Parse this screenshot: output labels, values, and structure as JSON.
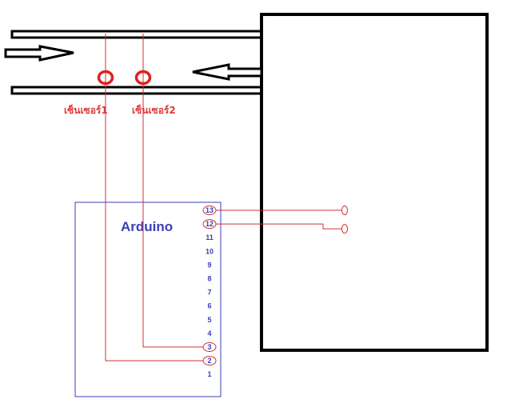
{
  "diagram": {
    "board": {
      "title": "Arduino",
      "pins": [
        "13",
        "12",
        "11",
        "10",
        "9",
        "8",
        "7",
        "6",
        "5",
        "4",
        "3",
        "2",
        "1"
      ]
    },
    "sensors": [
      {
        "label": "เซ็นเซอร์1",
        "pin": "2"
      },
      {
        "label": "เซ็นเซอร์2",
        "pin": "3"
      }
    ],
    "outputs": [
      {
        "pin": "13"
      },
      {
        "pin": "12"
      }
    ],
    "colors": {
      "outline": "#000000",
      "wire": "#d03030",
      "sensor": "#e02020",
      "board": "#3b3fb5"
    },
    "icons": {
      "arrow_in": "hollow-right-arrow",
      "arrow_out": "hollow-left-arrow"
    }
  }
}
